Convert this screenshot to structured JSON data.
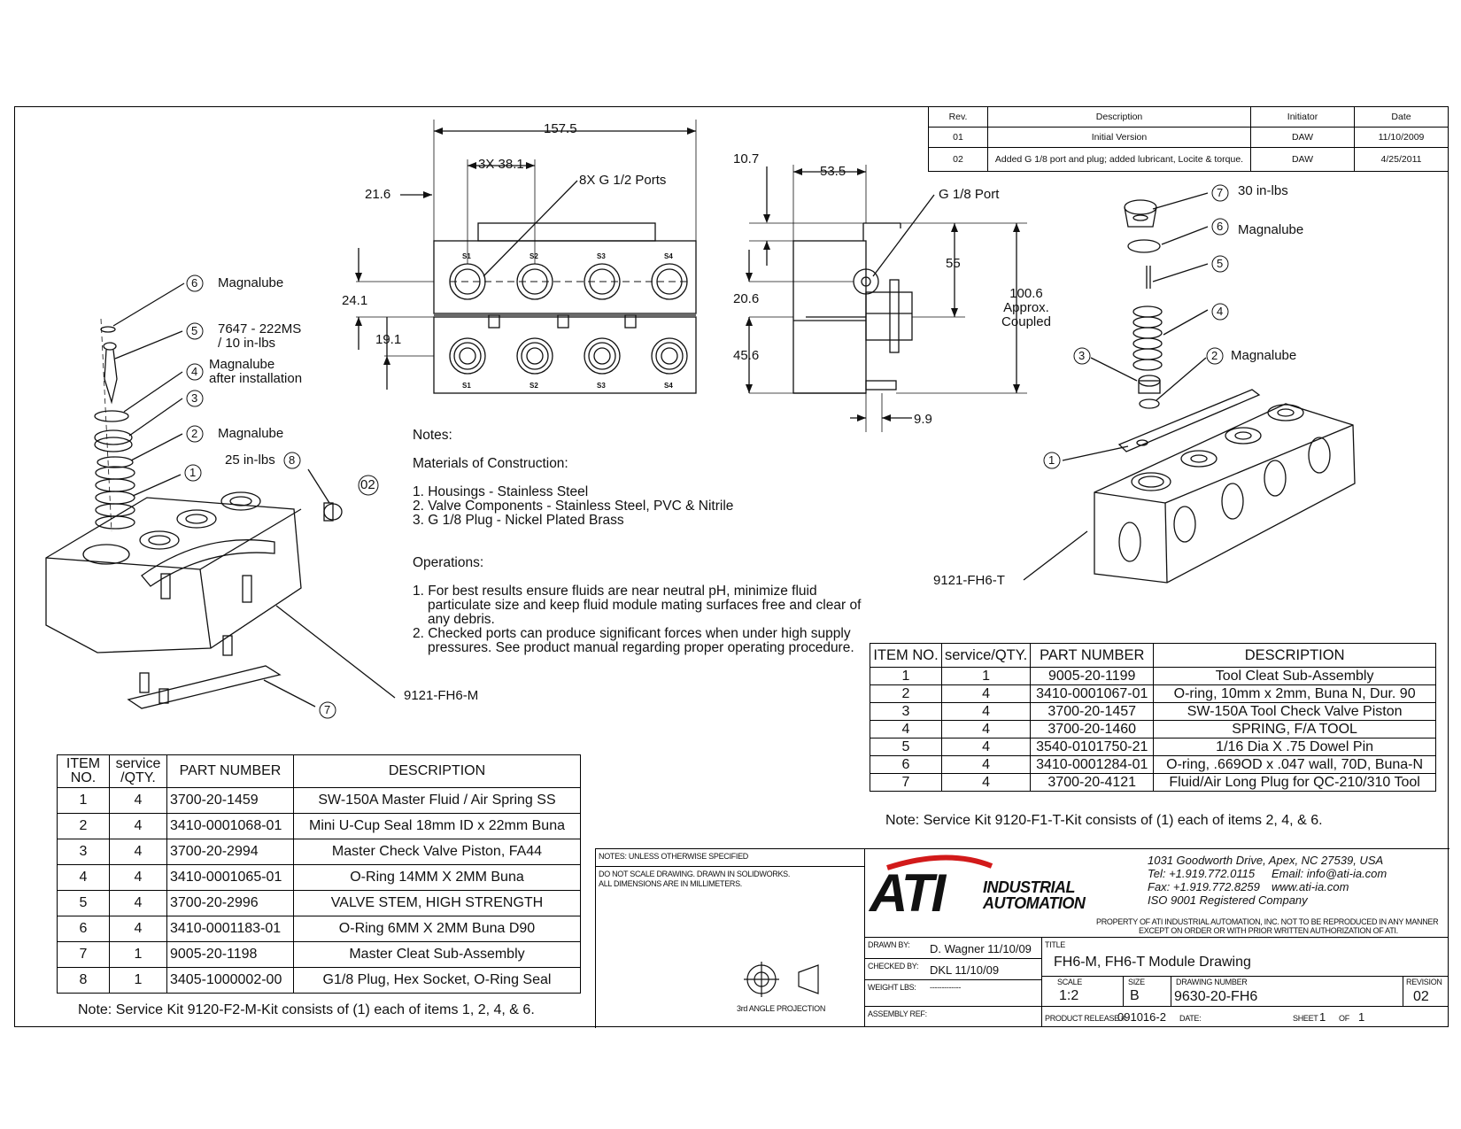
{
  "dims": {
    "overall_width": "157.5",
    "pitch": "3X 38.1",
    "ports": "8X G 1/2 Ports",
    "left_offset": "21.6",
    "row_spacing": "24.1",
    "lower_offset": "19.1",
    "top_offset": "10.7",
    "side_depth": "53.5",
    "port_label": "G 1/8 Port",
    "port_height": "20.6",
    "bottom_height": "45.6",
    "h55": "55",
    "coupled_height": "100.6",
    "coupled_l1": "Approx.",
    "coupled_l2": "Coupled",
    "side_offset": "9.9"
  },
  "port_labels": [
    "S1",
    "S2",
    "S3",
    "S4"
  ],
  "callouts_m": {
    "c6_text": "Magnalube",
    "c5_text_a": "7647 - 222MS",
    "c5_text_b": "/ 10 in-lbs",
    "c4_text_a": "Magnalube",
    "c4_text_b": "after installation",
    "c2_text": "Magnalube",
    "c8_text": "25 in-lbs",
    "rev_tag": "02",
    "part": "9121-FH6-M",
    "n1": "1",
    "n2": "2",
    "n3": "3",
    "n4": "4",
    "n5": "5",
    "n6": "6",
    "n7": "7",
    "n8": "8"
  },
  "callouts_t": {
    "c7_text": "30 in-lbs",
    "c6_text": "Magnalube",
    "c2_text": "Magnalube",
    "part": "9121-FH6-T",
    "n1": "1",
    "n2": "2",
    "n3": "3",
    "n4": "4",
    "n5": "5",
    "n6": "6",
    "n7": "7"
  },
  "notes": {
    "heading": "Notes:",
    "materials_heading": "Materials of Construction:",
    "materials": [
      "1. Housings - Stainless Steel",
      "2. Valve Components - Stainless Steel, PVC & Nitrile",
      "3. G 1/8 Plug - Nickel Plated Brass"
    ],
    "operations_heading": "Operations:",
    "operations": [
      "1. For best results ensure fluids are near neutral pH, minimize fluid particulate size and keep fluid module mating surfaces free and clear of any debris.",
      "2. Checked ports can produce significant forces when under high supply pressures. See product manual regarding proper operating procedure."
    ]
  },
  "revision_table": {
    "headers": [
      "Rev.",
      "Description",
      "Initiator",
      "Date"
    ],
    "rows": [
      [
        "01",
        "Initial Version",
        "DAW",
        "11/10/2009"
      ],
      [
        "02",
        "Added G 1/8 port and plug; added lubricant, Locite & torque.",
        "DAW",
        "4/25/2011"
      ]
    ]
  },
  "bom_master": {
    "headers": [
      "ITEM NO.",
      "service /QTY.",
      "PART NUMBER",
      "DESCRIPTION"
    ],
    "rows": [
      [
        "1",
        "4",
        "3700-20-1459",
        "SW-150A Master Fluid / Air Spring SS"
      ],
      [
        "2",
        "4",
        "3410-0001068-01",
        "Mini U-Cup Seal 18mm ID x 22mm Buna"
      ],
      [
        "3",
        "4",
        "3700-20-2994",
        "Master Check Valve Piston, FA44"
      ],
      [
        "4",
        "4",
        "3410-0001065-01",
        "O-Ring 14MM X 2MM Buna"
      ],
      [
        "5",
        "4",
        "3700-20-2996",
        "VALVE STEM, HIGH STRENGTH"
      ],
      [
        "6",
        "4",
        "3410-0001183-01",
        "O-Ring 6MM X 2MM Buna D90"
      ],
      [
        "7",
        "1",
        "9005-20-1198",
        "Master Cleat Sub-Assembly"
      ],
      [
        "8",
        "1",
        "3405-1000002-00",
        "G1/8 Plug, Hex Socket, O-Ring Seal"
      ]
    ],
    "note": "Note: Service Kit 9120-F2-M-Kit consists of (1) each of items 1, 2, 4, & 6."
  },
  "bom_tool": {
    "headers": [
      "ITEM NO.",
      "service/QTY.",
      "PART NUMBER",
      "DESCRIPTION"
    ],
    "rows": [
      [
        "1",
        "1",
        "9005-20-1199",
        "Tool Cleat Sub-Assembly"
      ],
      [
        "2",
        "4",
        "3410-0001067-01",
        "O-ring, 10mm x 2mm, Buna N, Dur. 90"
      ],
      [
        "3",
        "4",
        "3700-20-1457",
        "SW-150A Tool Check Valve Piston"
      ],
      [
        "4",
        "4",
        "3700-20-1460",
        "SPRING, F/A TOOL"
      ],
      [
        "5",
        "4",
        "3540-0101750-21",
        "1/16 Dia X .75 Dowel Pin"
      ],
      [
        "6",
        "4",
        "3410-0001284-01",
        "O-ring, .669OD x .047 wall, 70D, Buna-N"
      ],
      [
        "7",
        "4",
        "3700-20-4121",
        "Fluid/Air Long Plug for QC-210/310 Tool"
      ]
    ],
    "note": "Note: Service Kit 9120-F1-T-Kit consists of (1) each of items 2, 4, & 6."
  },
  "title_block": {
    "notes_label": "NOTES: UNLESS OTHERWISE SPECIFIED",
    "notes_l1": "DO NOT SCALE DRAWING. DRAWN IN SOLIDWORKS.",
    "notes_l2": "ALL DIMENSIONS ARE IN MILLIMETERS.",
    "logo": "ATI",
    "logo_l1": "INDUSTRIAL",
    "logo_l2": "AUTOMATION",
    "addr1": "1031 Goodworth Drive, Apex, NC 27539, USA",
    "tel": "Tel: +1.919.772.0115",
    "email": "Email: info@ati-ia.com",
    "fax": "Fax: +1.919.772.8259",
    "web": "www.ati-ia.com",
    "iso": "ISO 9001 Registered Company",
    "prop1": "PROPERTY OF ATI INDUSTRIAL AUTOMATION, INC. NOT TO BE REPRODUCED IN ANY MANNER",
    "prop2": "EXCEPT ON ORDER OR WITH PRIOR WRITTEN AUTHORIZATION OF ATI.",
    "drawn_label": "DRAWN BY:",
    "drawn": "D. Wagner 11/10/09",
    "checked_label": "CHECKED BY:",
    "checked": "DKL 11/10/09",
    "weight_label": "WEIGHT LBS:",
    "weight": "-------------",
    "assembly_label": "ASSEMBLY REF:",
    "projection": "3rd ANGLE PROJECTION",
    "title_label": "TITLE",
    "title": "FH6-M, FH6-T Module Drawing",
    "scale_label": "SCALE",
    "scale": "1:2",
    "size_label": "SIZE",
    "size": "B",
    "dwg_label": "DRAWING NUMBER",
    "dwg": "9630-20-FH6",
    "rev_label": "REVISION",
    "rev": "02",
    "release_label": "PRODUCT RELEASE #",
    "release": "091016-2",
    "date_label": "DATE:",
    "sheet_label": "SHEET",
    "sheet": "1",
    "of_label": "OF",
    "of": "1"
  }
}
